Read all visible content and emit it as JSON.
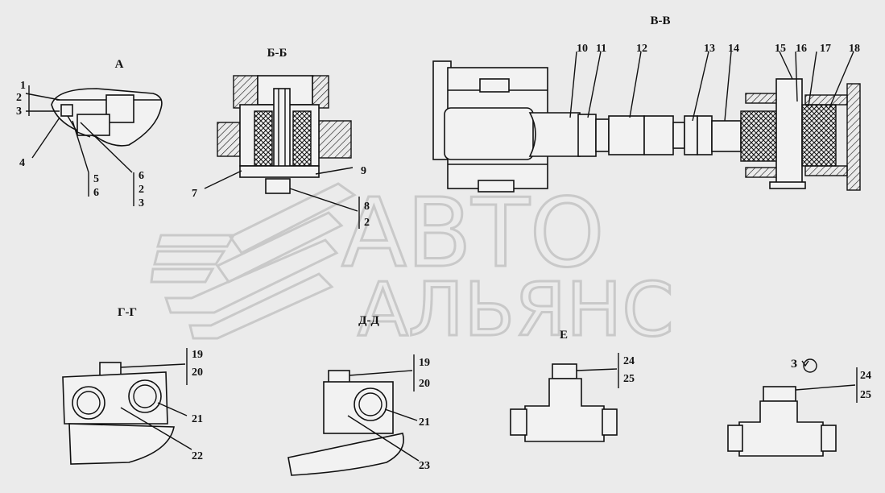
{
  "watermark": {
    "line1": "АВТО",
    "line2": "АЛЬЯНС"
  },
  "views": {
    "A": {
      "title": "А",
      "callouts": [
        "1",
        "2",
        "3",
        "4",
        "5",
        "6",
        "6",
        "2",
        "3"
      ]
    },
    "BB": {
      "title": "Б-Б",
      "callouts": [
        "7",
        "9",
        "8",
        "2"
      ]
    },
    "VV": {
      "title": "В-В",
      "callouts": [
        "10",
        "11",
        "12",
        "13",
        "14",
        "15",
        "16",
        "17",
        "18"
      ]
    },
    "GG": {
      "title": "Г-Г",
      "callouts": [
        "19",
        "20",
        "21",
        "22"
      ]
    },
    "DD": {
      "title": "Д-Д",
      "callouts": [
        "19",
        "20",
        "21",
        "23"
      ]
    },
    "E": {
      "title": "Е",
      "callouts": [
        "24",
        "25"
      ]
    },
    "Z": {
      "title": "З",
      "callouts": [
        "24",
        "25"
      ]
    }
  },
  "icons": {
    "rotation_arrow": "rotation-arrow-icon",
    "brand_logo": "chevron-logo-icon"
  }
}
